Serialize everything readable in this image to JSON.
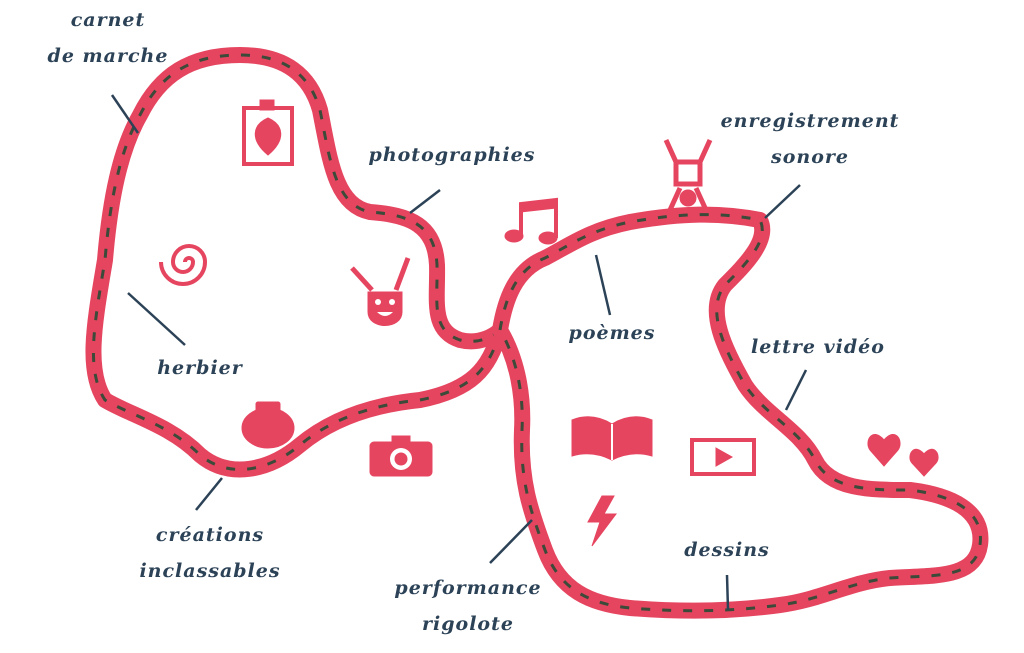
{
  "colors": {
    "path": "#e64560",
    "dash": "#3c4a3a",
    "text": "#2c4257"
  },
  "labels": {
    "carnet": [
      "carnet",
      "de marche"
    ],
    "photographies": "photographies",
    "enregistrement": [
      "enregistrement",
      "sonore"
    ],
    "herbier": "herbier",
    "poemes": "poèmes",
    "lettre": "lettre vidéo",
    "creations": [
      "créations",
      "inclassables"
    ],
    "performance": [
      "performance",
      "rigolote"
    ],
    "dessins": "dessins"
  },
  "icons": [
    "leaf-frame-icon",
    "spiral-icon",
    "theater-mask-icon",
    "vase-icon",
    "camera-icon",
    "music-note-icon",
    "acrobat-icon",
    "book-icon",
    "lightning-icon",
    "video-player-icon",
    "hearts-icon"
  ]
}
